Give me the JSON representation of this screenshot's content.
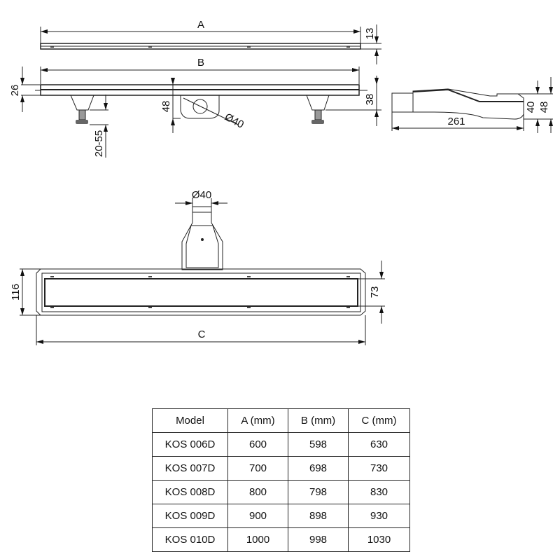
{
  "dimensions": {
    "a": "A",
    "b": "B",
    "c": "C",
    "h13": "13",
    "h26": "26",
    "h48": "48",
    "d40_side": "Ø40",
    "h38": "38",
    "leg": "20-55",
    "len261": "261",
    "h40": "40",
    "h48_right": "48",
    "d40_top": "Ø40",
    "w116": "116",
    "w73": "73"
  },
  "table": {
    "headers": [
      "Model",
      "A (mm)",
      "B (mm)",
      "C (mm)"
    ],
    "rows": [
      [
        "KOS 006D",
        "600",
        "598",
        "630"
      ],
      [
        "KOS 007D",
        "700",
        "698",
        "730"
      ],
      [
        "KOS 008D",
        "800",
        "798",
        "830"
      ],
      [
        "KOS 009D",
        "900",
        "898",
        "930"
      ],
      [
        "KOS 010D",
        "1000",
        "998",
        "1030"
      ]
    ]
  }
}
